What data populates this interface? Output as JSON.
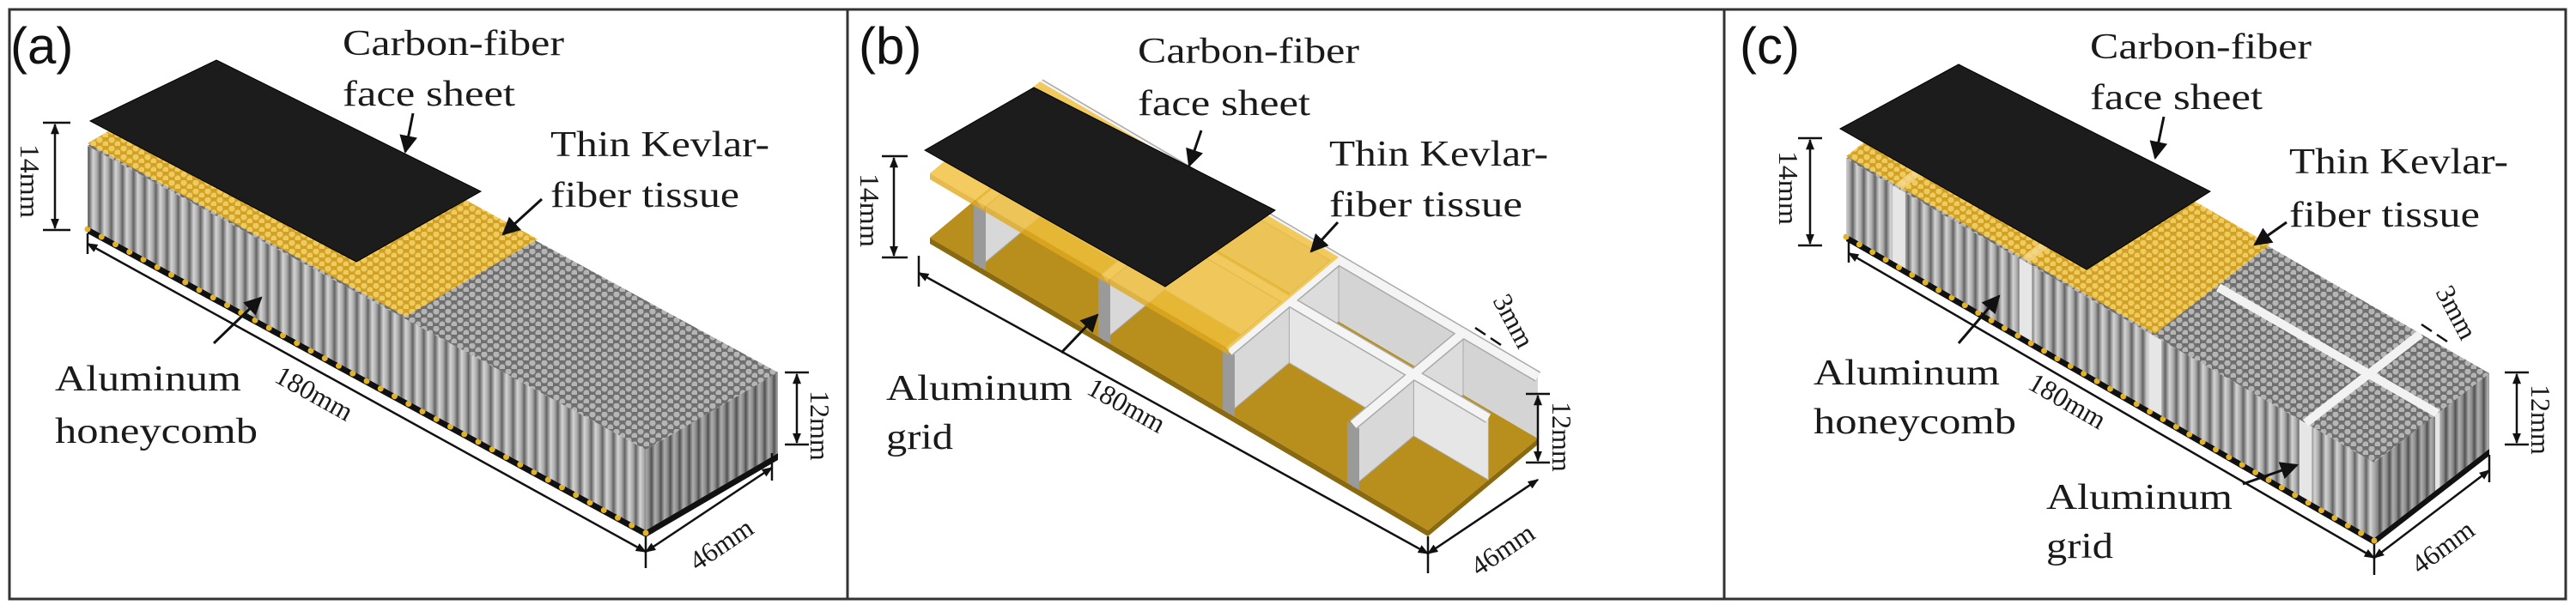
{
  "figure": {
    "panels": [
      {
        "label": "(a)",
        "face_sheet": [
          "Carbon-fiber",
          "face sheet"
        ],
        "kevlar": [
          "Thin Kevlar-",
          "fiber tissue"
        ],
        "core": [
          "Aluminum",
          "honeycomb"
        ],
        "dims": {
          "total_height": "14mm",
          "length": "180mm",
          "core_height": "12mm",
          "width": "46mm"
        }
      },
      {
        "label": "(b)",
        "face_sheet": [
          "Carbon-fiber",
          "face sheet"
        ],
        "kevlar": [
          "Thin Kevlar-",
          "fiber tissue"
        ],
        "core": [
          "Aluminum",
          "grid"
        ],
        "dims": {
          "total_height": "14mm",
          "length": "180mm",
          "core_height": "12mm",
          "width": "46mm",
          "wall_thickness": "3mm"
        }
      },
      {
        "label": "(c)",
        "face_sheet": [
          "Carbon-fiber",
          "face sheet"
        ],
        "kevlar": [
          "Thin Kevlar-",
          "fiber tissue"
        ],
        "core": [
          "Aluminum",
          "honeycomb"
        ],
        "grid": [
          "Aluminum",
          "grid"
        ],
        "dims": {
          "total_height": "14mm",
          "length": "180mm",
          "core_height": "12mm",
          "width": "46mm",
          "wall_thickness": "3mm"
        }
      }
    ]
  },
  "colors": {
    "face_sheet": "#1c1c1c",
    "kevlar": "#f0bf3a",
    "honeycomb": "#9a9a9a",
    "grid": "#e6e6e6",
    "gold_plate": "#b88f1c"
  }
}
